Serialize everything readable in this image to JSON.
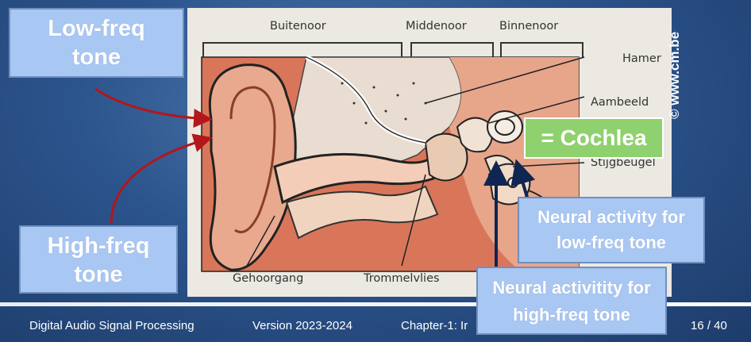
{
  "figure": {
    "region_labels": [
      "Buitenoor",
      "Middenoor",
      "Binnenoor"
    ],
    "part_labels": [
      "Hamer",
      "Aambeeld",
      "Stijgbeugel",
      "Gehoorgang",
      "Trommelvlies"
    ],
    "copyright": "© www.cm.be"
  },
  "callouts": {
    "low_freq": "Low-freq tone",
    "high_freq": "High-freq tone",
    "cochlea": "= Cochlea",
    "neural_low": "Neural activity for low-freq tone",
    "neural_high": "Neural activitity for high-freq tone"
  },
  "footer": {
    "course": "Digital Audio Signal Processing",
    "version": "Version 2023-2024",
    "chapter": "Chapter-1: Ir",
    "page": "16 / 40"
  },
  "colors": {
    "callout_fill": "#a9c7f3",
    "cochlea_fill": "#8fd16e",
    "arrow_red": "#b3161b",
    "arrow_navy": "#0f2552"
  }
}
